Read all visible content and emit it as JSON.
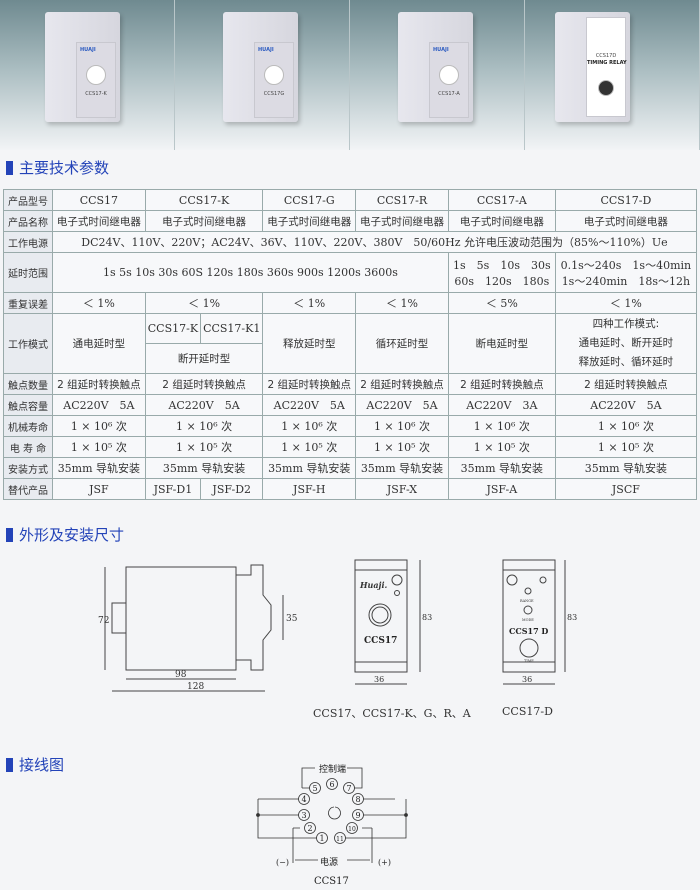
{
  "photos": [
    {
      "model": "CCS17-K",
      "brand": "HUAJI"
    },
    {
      "model": "CCS17G",
      "brand": "HUAJI"
    },
    {
      "model": "CCS17-A",
      "brand": "HUAJI"
    },
    {
      "model": "CCS17D",
      "label": "TIMING RELAY"
    }
  ],
  "sections": {
    "params": "主要技术参数",
    "dimensions": "外形及安装尺寸",
    "wiring": "接线图"
  },
  "table": {
    "labels": [
      "产品型号",
      "产品名称",
      "工作电源",
      "延时范围",
      "重复误差",
      "工作模式",
      "触点数量",
      "触点容量",
      "机械寿命",
      "电 寿 命",
      "安装方式",
      "替代产品"
    ],
    "models": [
      "CCS17",
      "CCS17-K",
      "CCS17-G",
      "CCS17-R",
      "CCS17-A",
      "CCS17-D"
    ],
    "name": "电子式时间继电器",
    "power": "DC24V、110V、220V；AC24V、36V、110V、220V、380V　50/60Hz 允许电压波动范围为（85%～110%）Ue",
    "delay_main": "1s 5s 10s 30s 60S 120s 180s 360s 900s 1200s 3600s",
    "delay_a": [
      "1s　5s　10s　30s",
      "60s　120s　180s"
    ],
    "delay_d": [
      "0.1s～240s　1s～40min",
      "1s～240min　18s～12h"
    ],
    "repeat": [
      "＜ 1%",
      "＜ 1%",
      "＜ 1%",
      "＜ 1%",
      "＜ 5%",
      "＜ 1%"
    ],
    "mode": {
      "ccs17": "通电延时型",
      "k_sub": [
        "CCS17-K",
        "CCS17-K1"
      ],
      "k": "断开延时型",
      "g": "释放延时型",
      "r": "循环延时型",
      "a": "断电延时型",
      "d": [
        "四种工作模式:",
        "通电延时、断开延时",
        "释放延时、循环延时"
      ]
    },
    "contacts": "2 组延时转换触点",
    "capacity": [
      "AC220V　5A",
      "AC220V　5A",
      "AC220V　5A",
      "AC220V　5A",
      "AC220V　3A",
      "AC220V　5A"
    ],
    "mech_life": "1 × 10⁶ 次",
    "elec_life": "1 × 10⁵ 次",
    "install": "35mm 导轨安装",
    "replace": {
      "ccs17": "JSF",
      "k": [
        "JSF-D1",
        "JSF-D2"
      ],
      "g": "JSF-H",
      "r": "JSF-X",
      "a": "JSF-A",
      "d": "JSCF"
    }
  },
  "dims": {
    "side": {
      "h": "72",
      "w1": "98",
      "w2": "128",
      "rail": "35"
    },
    "front1": {
      "brand": "Huaji.",
      "model": "CCS17",
      "h": "83",
      "w": "36",
      "caption": "CCS17、CCS17-K、G、R、A"
    },
    "front2": {
      "model": "CCS17 D",
      "h": "83",
      "w": "36",
      "caption": "CCS17-D",
      "range": "RANGE",
      "mode": "MODE",
      "time": "TIME"
    }
  },
  "wiring": {
    "control": "控制端",
    "power": "电源",
    "minus": "(−)",
    "plus": "(+)",
    "caption": "CCS17",
    "pins": [
      "1",
      "2",
      "3",
      "4",
      "5",
      "6",
      "7",
      "8",
      "9",
      "10",
      "11"
    ]
  }
}
